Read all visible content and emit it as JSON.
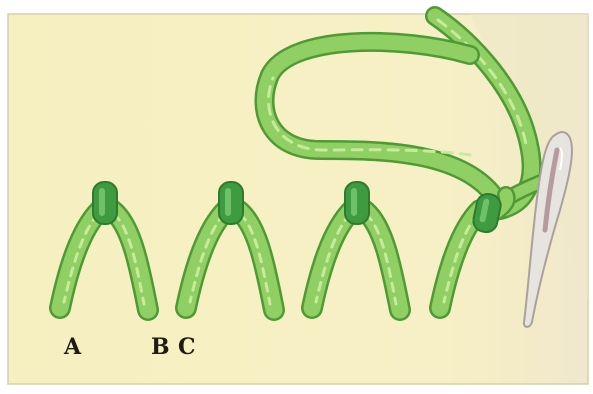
{
  "labels": {
    "a": "A",
    "b": "B",
    "c": "C"
  },
  "colors": {
    "background": "#f5eebc",
    "border": "#cfc7a2",
    "thread": "#8fcf63",
    "thread_dark": "#4f9a35",
    "thread_light": "#c7eb9a",
    "anchor": "#3f9b3f",
    "needle": "#e7e3df",
    "needle_eye": "#b59aa0"
  },
  "figure": {
    "stitch_count": 4,
    "has_needle": true
  }
}
